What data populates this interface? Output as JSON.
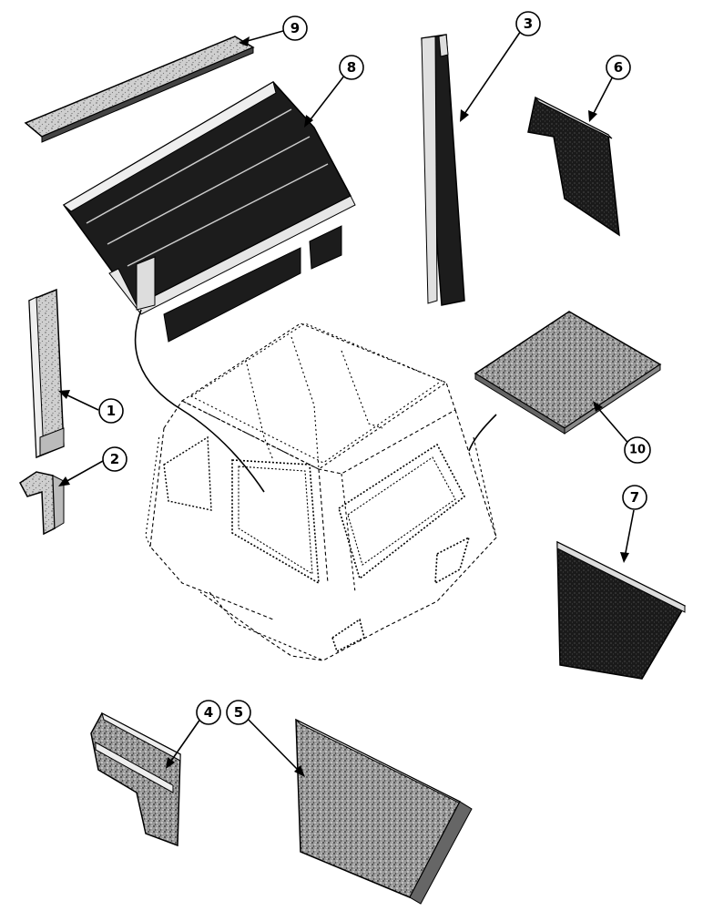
{
  "callouts": [
    {
      "id": "1",
      "label": "1"
    },
    {
      "id": "2",
      "label": "2"
    },
    {
      "id": "3",
      "label": "3"
    },
    {
      "id": "4",
      "label": "4"
    },
    {
      "id": "5",
      "label": "5"
    },
    {
      "id": "6",
      "label": "6"
    },
    {
      "id": "7",
      "label": "7"
    },
    {
      "id": "8",
      "label": "8"
    },
    {
      "id": "9",
      "label": "9"
    },
    {
      "id": "10",
      "label": "10"
    }
  ],
  "colors": {
    "ink": "#000000",
    "paper": "#ffffff",
    "dark_panel": "#1a1a1a",
    "speckle_panel": "#8a8a8a"
  }
}
